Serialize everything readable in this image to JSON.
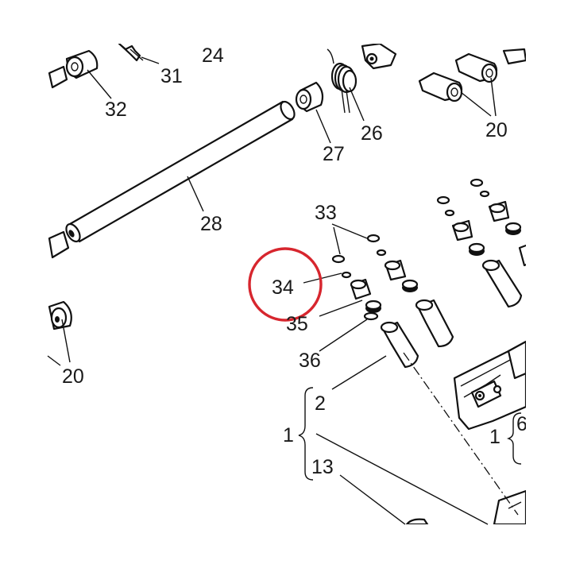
{
  "diagram": {
    "part_labels": [
      "24",
      "31",
      "32",
      "27",
      "26",
      "20",
      "28",
      "33",
      "34",
      "35",
      "36",
      "20",
      "2",
      "1",
      "13",
      "1",
      "6"
    ],
    "highlight_color": "#d7262e",
    "ink_color": "#111111",
    "background_color": "#ffffff"
  }
}
